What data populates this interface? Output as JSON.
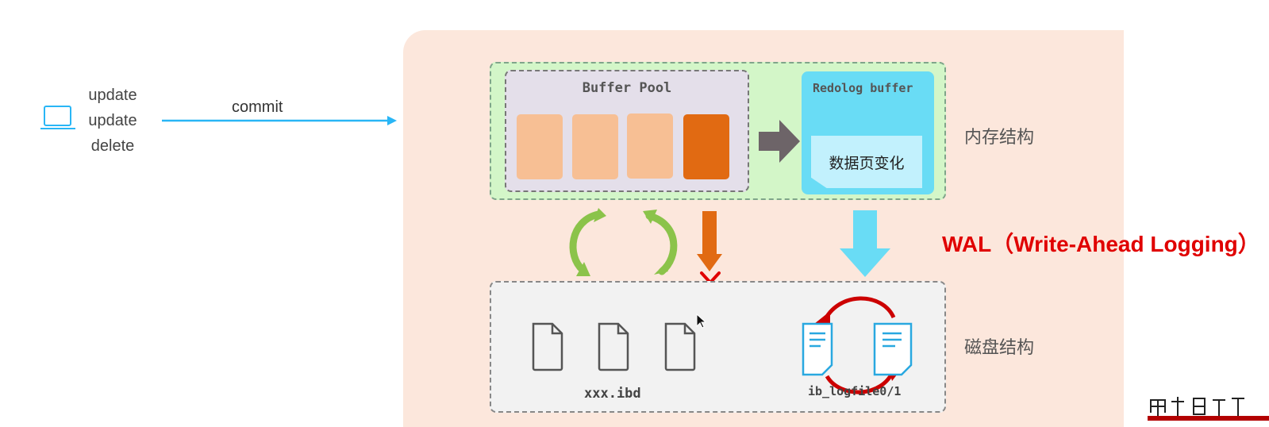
{
  "client": {
    "lines": [
      "update",
      "update",
      "delete"
    ],
    "action": "commit"
  },
  "memory": {
    "buffer_pool_title": "Buffer Pool",
    "redolog_title": "Redolog buffer",
    "change_label": "数据页变化",
    "section_label": "内存结构"
  },
  "disk": {
    "data_file_label": "xxx.ibd",
    "log_file_label": "ib_logfile0/1",
    "section_label": "磁盘结构"
  },
  "wal_label": "WAL（Write-Ahead Logging）",
  "colors": {
    "background": "#fce7dc",
    "memory_area": "#d3f6c8",
    "buffer_pool": "#e4dfea",
    "redolog_buffer": "#69dcf5",
    "clean_page": "#f7bf94",
    "dirty_page": "#e16a12",
    "wal_text": "#e00000",
    "commit_arrow": "#29b6f6",
    "refresh_arrows": "#8bc34a",
    "log_cycle": "#cc0000"
  },
  "icons": [
    "laptop-icon",
    "file-icon",
    "document-icon",
    "close-icon"
  ]
}
